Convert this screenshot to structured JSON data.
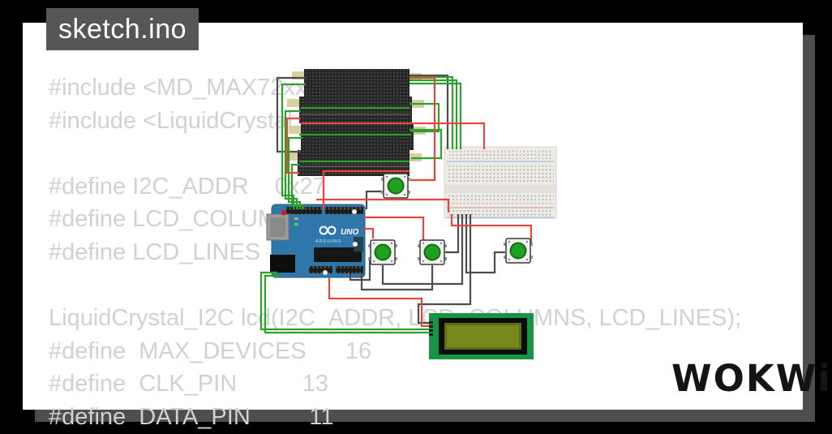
{
  "window": {
    "tab_label": "sketch.ino"
  },
  "code": {
    "lines": [
      "#include <MD_MAX72xx.h>",
      "#include <LiquidCrystal_I2C.h>",
      "",
      "#define I2C_ADDR    0x27",
      "#define LCD_COLUMNS 16",
      "#define LCD_LINES   4",
      "",
      "LiquidCrystal_I2C lcd(I2C_ADDR, LCD_COLUMNS, LCD_LINES);",
      "#define  MAX_DEVICES      16",
      "#define  CLK_PIN          13",
      "#define  DATA_PIN         11"
    ]
  },
  "components": {
    "arduino": {
      "label1": "UNO",
      "label2": "ARDUINO"
    },
    "led_matrix_rows": 4,
    "push_buttons": 4,
    "lcd": {
      "type": "lcd1602-i2c"
    },
    "breadboard": {
      "type": "half-size"
    }
  },
  "logo": {
    "text": "WOKWi"
  },
  "colors": {
    "tab_bg": "#565659",
    "shadow": "#4e4e4e",
    "code_text": "#d1d1d1",
    "wire_red": "#e8453c",
    "wire_green": "#2ca22c",
    "wire_dark": "#4d4d4d",
    "board_blue": "#2f77ab",
    "matrix_bg": "#262626",
    "button_cap": "#1fa11f",
    "lcd_green": "#189447",
    "lcd_screen": "#78881c",
    "breadboard_bg": "#edebe6"
  }
}
